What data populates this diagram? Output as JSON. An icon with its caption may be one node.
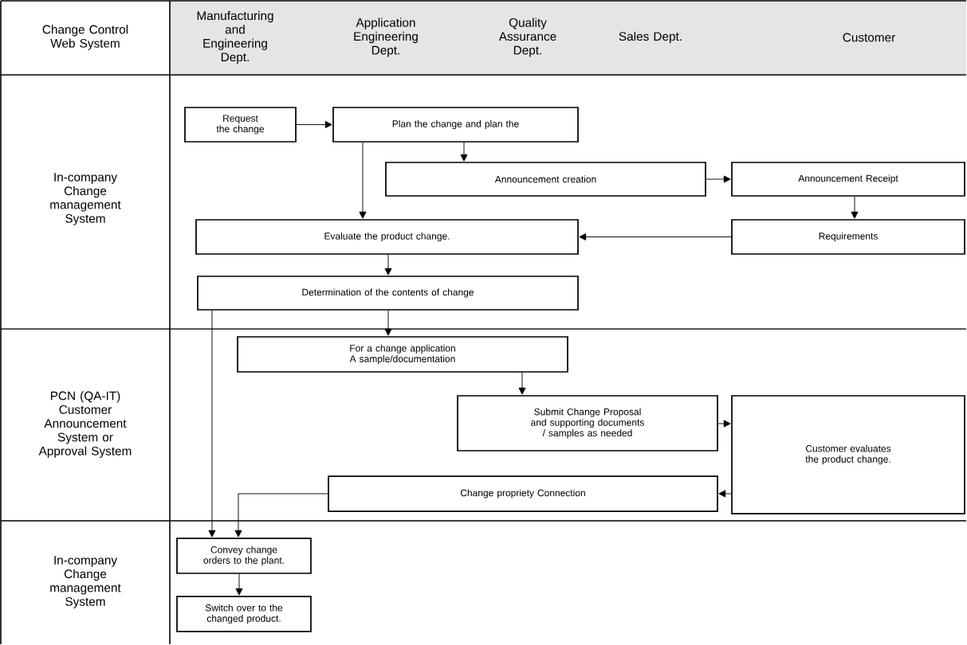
{
  "diagram": {
    "nodes": [
      {
        "text": [
          "Request the change"
        ]
      },
      {
        "text": [
          "Plan the change and plan the"
        ]
      },
      {
        "text": [
          "Announcement creation"
        ]
      },
      {
        "text": [
          "Announcement Receipt"
        ]
      },
      {
        "text": [
          "Evaluate the product change."
        ]
      },
      {
        "text": [
          "Requirements"
        ]
      },
      {
        "text": [
          "Determination of the contents of change"
        ]
      },
      {
        "text": [
          "For a change application A sample/documentation"
        ]
      },
      {
        "text": [
          "Submit Change Proposal and supporting documents / samples as needed"
        ]
      },
      {
        "text": [
          "Customer evaluates the product change."
        ]
      },
      {
        "text": [
          "Change propriety Connection"
        ]
      },
      {
        "text": [
          "Convey change orders to the plant."
        ]
      },
      {
        "text": [
          "Switch over to the changed product."
        ]
      }
    ],
    "edges": [
      {
        "from": 0,
        "to": 1,
        "arrow": "to"
      },
      {
        "from": 1,
        "to": 2,
        "arrow": "to"
      },
      {
        "from": 1,
        "to": 4,
        "arrow": "to"
      },
      {
        "from": 2,
        "to": 3,
        "arrow": "to"
      },
      {
        "from": 3,
        "to": 5,
        "arrow": "to"
      },
      {
        "from": 5,
        "to": 4,
        "arrow": "to"
      },
      {
        "from": 4,
        "to": 6,
        "arrow": "to"
      },
      {
        "from": 6,
        "to": 7,
        "arrow": "to"
      },
      {
        "from": 7,
        "to": 8,
        "arrow": "to"
      },
      {
        "from": 8,
        "to": 9,
        "arrow": "to"
      },
      {
        "from": 9,
        "to": 10,
        "arrow": "to"
      },
      {
        "from": 6,
        "to": 11,
        "arrow": "to"
      },
      {
        "from": 10,
        "to": 11,
        "arrow": "to"
      },
      {
        "from": 11,
        "to": 12,
        "arrow": "to"
      }
    ],
    "labels": [
      "Change Control Web System",
      "Manufacturing and Engineering Dept.",
      "Application Engineering Dept.",
      "Quality Assurance Dept.",
      "Sales Dept.",
      "Customer",
      "In-company Change management System",
      "PCN (QA-IT) Customer Announcement System or Approval System",
      "In-company Change management System"
    ]
  }
}
